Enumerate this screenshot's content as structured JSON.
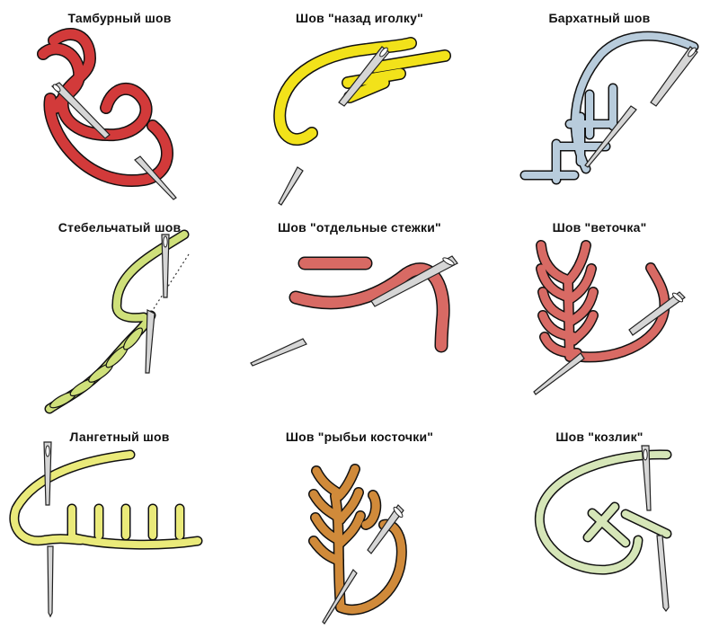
{
  "stitches": [
    {
      "title": "Тамбурный шов",
      "color": "#d23a3a",
      "icon": "chain-stitch-icon"
    },
    {
      "title": "Шов \"назад иголку\"",
      "color": "#f2e21a",
      "icon": "backstitch-icon"
    },
    {
      "title": "Бархатный шов",
      "color": "#b8ccdc",
      "icon": "velvet-stitch-icon"
    },
    {
      "title": "Стебельчатый шов",
      "color": "#cfe07a",
      "icon": "stem-stitch-icon"
    },
    {
      "title": "Шов \"отдельные стежки\"",
      "color": "#d86a64",
      "icon": "separate-stitches-icon"
    },
    {
      "title": "Шов \"веточка\"",
      "color": "#d86a64",
      "icon": "branch-stitch-icon"
    },
    {
      "title": "Лангетный шов",
      "color": "#eaea7a",
      "icon": "blanket-stitch-icon"
    },
    {
      "title": "Шов \"рыбьи косточки\"",
      "color": "#d08a3a",
      "icon": "fishbone-stitch-icon"
    },
    {
      "title": "Шов \"козлик\"",
      "color": "#d6e6b8",
      "icon": "herringbone-stitch-icon"
    }
  ]
}
